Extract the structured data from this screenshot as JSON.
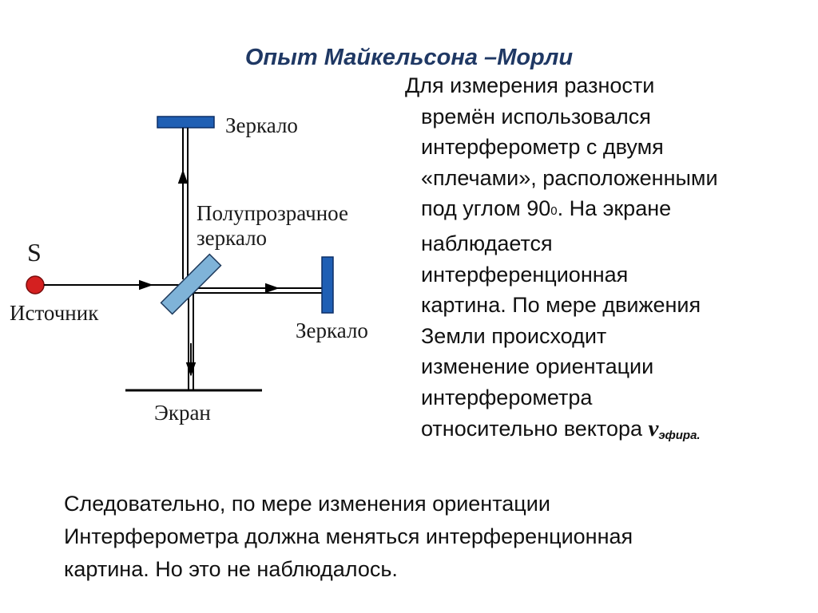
{
  "title": "Опыт Майкельсона –Морли",
  "diagram": {
    "labels": {
      "mirror_top": "Зеркало",
      "mirror_right": "Зеркало",
      "beam_splitter_line1": "Полупрозрачное",
      "beam_splitter_line2": "зеркало",
      "source_letter": "S",
      "source": "Источник",
      "screen": "Экран"
    },
    "colors": {
      "mirror": "#1f5fb4",
      "source_dot": "#d42020",
      "beam_splitter": "#7fb3d8",
      "lines": "#000000"
    }
  },
  "description": {
    "line1": "Для измерения разности",
    "line2": "времён использовался",
    "line3": "интерферометр с двумя",
    "line4": "«плечами», расположенными",
    "line5_pre": "под углом 90",
    "line5_sup": "0",
    "line5_post": ". На экране",
    "line6": "наблюдается",
    "line7": "интерференционная",
    "line8": "картина. По мере движения",
    "line9": "Земли происходит",
    "line10": "изменение ориентации",
    "line11": "интерферометра",
    "line12_pre": "относительно вектора ",
    "line12_var": "v",
    "line12_sub": "эфира",
    "line12_post": "."
  },
  "conclusion": {
    "line1": "Следовательно, по мере изменения ориентации",
    "line2": "Интерферометра должна меняться интерференционная",
    "line3": "картина. Но это не наблюдалось."
  }
}
